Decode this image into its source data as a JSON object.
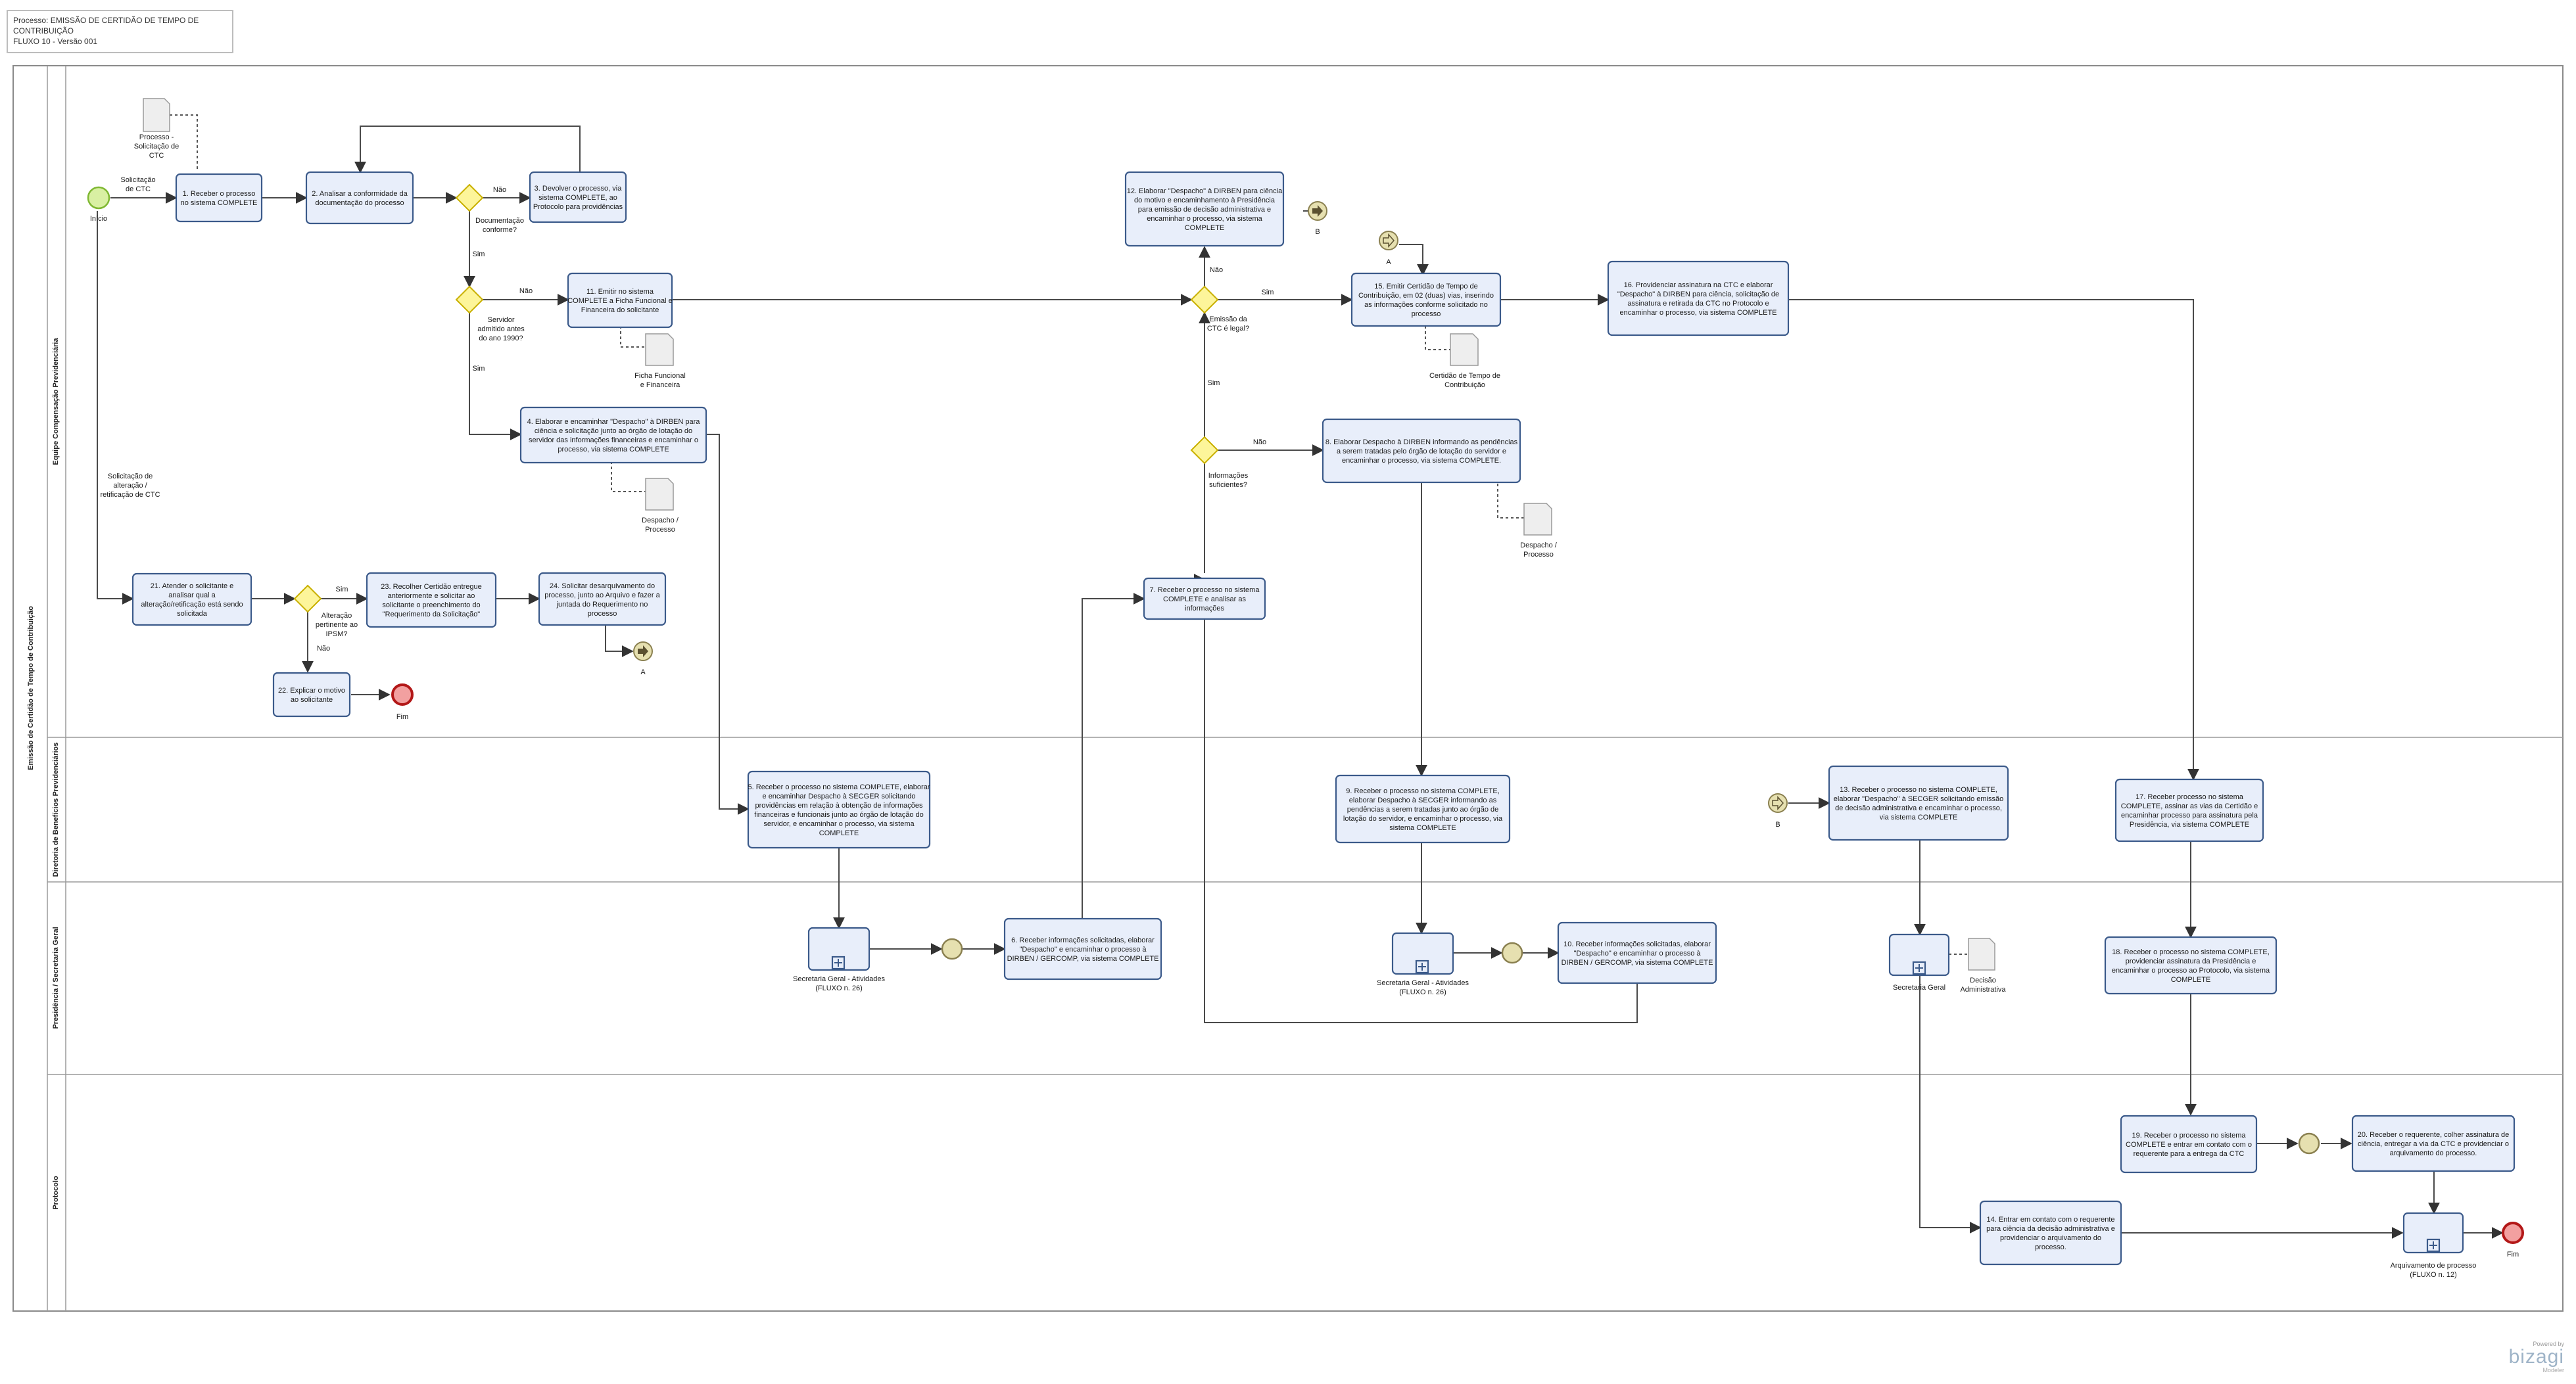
{
  "header": {
    "line1": "Processo: EMISSÃO DE CERTIDÃO DE TEMPO DE CONTRIBUIÇÃO",
    "line2": "FLUXO 10 - Versão 001"
  },
  "pool": {
    "name": "Emissão de Certidão de Tempo de Contribuição"
  },
  "lanes": [
    {
      "id": "equipe",
      "name": "Equipe Compensação Previdenciária"
    },
    {
      "id": "diretoria",
      "name": "Diretoria de Benefícios Previdenciários"
    },
    {
      "id": "presidencia",
      "name": "Presidência / Secretaria Geral"
    },
    {
      "id": "protocolo",
      "name": "Protocolo"
    }
  ],
  "nodes": {
    "start": {
      "label": "Início"
    },
    "t1": {
      "label": [
        "1. Receber o processo",
        "no sistema COMPLETE"
      ]
    },
    "t2": {
      "label": [
        "2. Analisar a conformidade da",
        "documentação do processo"
      ]
    },
    "t3": {
      "label": [
        "3. Devolver o processo, via",
        "sistema COMPLETE, ao",
        "Protocolo para providências"
      ]
    },
    "g1": {
      "label": [
        "Documentação",
        "conforme?"
      ]
    },
    "g2": {
      "label": [
        "Servidor",
        "admitido antes",
        "do ano 1990?"
      ]
    },
    "t11": {
      "label": [
        "11. Emitir no sistema",
        "COMPLETE a Ficha Funcional e",
        "Financeira do solicitante"
      ]
    },
    "t4": {
      "label": [
        "4. Elaborar e encaminhar \"Despacho\" à DIRBEN para",
        "ciência e solicitação junto ao órgão de lotação do",
        "servidor das informações financeiras e encaminhar o",
        "processo, via sistema COMPLETE"
      ]
    },
    "t21": {
      "label": [
        "21. Atender o solicitante e",
        "analisar qual a",
        "alteração/retificação está sendo",
        "solicitada"
      ]
    },
    "g3": {
      "label": [
        "Alteração",
        "pertinente ao",
        "IPSM?"
      ]
    },
    "t23": {
      "label": [
        "23. Recolher Certidão entregue",
        "anteriormente e solicitar ao",
        "solicitante o preenchimento do",
        "\"Requerimento da Solicitação\""
      ]
    },
    "t24": {
      "label": [
        "24. Solicitar desarquivamento do",
        "processo, junto ao Arquivo e fazer a",
        "juntada do Requerimento no",
        "processo"
      ]
    },
    "t22": {
      "label": [
        "22. Explicar o motivo",
        "ao solicitante"
      ]
    },
    "end1": {
      "label": "Fim"
    },
    "linkA1": {
      "label": "A"
    },
    "t12": {
      "label": [
        "12. Elaborar \"Despacho\" à DIRBEN para ciência",
        "do motivo e encaminhamento à Presidência",
        "para emissão de decisão administrativa e",
        "encaminhar o processo, via sistema",
        "COMPLETE"
      ]
    },
    "linkB1": {
      "label": "B"
    },
    "g4": {
      "label": [
        "Emissão da",
        "CTC é legal?"
      ]
    },
    "linkA2": {
      "label": "A"
    },
    "t15": {
      "label": [
        "15. Emitir Certidão de Tempo de",
        "Contribuição, em 02 (duas) vias, inserindo",
        "as informações conforme solicitado no",
        "processo"
      ]
    },
    "t16": {
      "label": [
        "16. Providenciar assinatura na CTC e elaborar",
        "\"Despacho\" à DIRBEN para ciência, solicitação de",
        "assinatura e retirada da CTC no Protocolo e",
        "encaminhar o processo, via sistema COMPLETE"
      ]
    },
    "g5": {
      "label": [
        "Informações",
        "suficientes?"
      ]
    },
    "t8": {
      "label": [
        "8. Elaborar Despacho à DIRBEN informando as pendências",
        "a serem tratadas pelo órgão de lotação do servidor e",
        "encaminhar o processo, via sistema COMPLETE."
      ]
    },
    "t7": {
      "label": [
        "7. Receber o processo no sistema",
        "COMPLETE e analisar as",
        "informações"
      ]
    },
    "t5": {
      "label": [
        "5. Receber o processo no sistema COMPLETE, elaborar",
        "e encaminhar Despacho à SECGER solicitando",
        "providências em relação à obtenção de informações",
        "financeiras e funcionais junto ao órgão de lotação do",
        "servidor, e encaminhar o processo, via sistema",
        "COMPLETE"
      ]
    },
    "t9": {
      "label": [
        "9. Receber o processo no sistema COMPLETE,",
        "elaborar Despacho à SECGER informando as",
        "pendências a serem tratadas junto ao órgão de",
        "lotação do servidor, e encaminhar o processo, via",
        "sistema COMPLETE"
      ]
    },
    "linkB2": {
      "label": "B"
    },
    "t13": {
      "label": [
        "13. Receber o processo no sistema COMPLETE,",
        "elaborar \"Despacho\" à SECGER solicitando emissão",
        "de decisão administrativa e encaminhar o processo,",
        "via sistema COMPLETE"
      ]
    },
    "t17": {
      "label": [
        "17. Receber processo no sistema",
        "COMPLETE, assinar as vias da Certidão e",
        "encaminhar processo para assinatura pela",
        "Presidência, via sistema COMPLETE"
      ]
    },
    "sp1": {
      "label": [
        "Secretaria Geral - Atividades",
        "(FLUXO n. 26)"
      ]
    },
    "t6": {
      "label": [
        "6. Receber informações solicitadas, elaborar",
        "\"Despacho\" e encaminhar o processo à",
        "DIRBEN / GERCOMP, via sistema COMPLETE"
      ]
    },
    "sp2": {
      "label": [
        "Secretaria Geral - Atividades",
        "(FLUXO n. 26)"
      ]
    },
    "t10": {
      "label": [
        "10. Receber informações solicitadas, elaborar",
        "\"Despacho\" e encaminhar o processo à",
        "DIRBEN / GERCOMP, via sistema COMPLETE"
      ]
    },
    "sp3": {
      "label": [
        "Secretaria Geral"
      ]
    },
    "t18": {
      "label": [
        "18. Receber o processo no sistema COMPLETE,",
        "providenciar assinatura da Presidência e",
        "encaminhar o processo ao Protocolo, via sistema",
        "COMPLETE"
      ]
    },
    "t19": {
      "label": [
        "19. Receber o processo no sistema",
        "COMPLETE e entrar em contato com o",
        "requerente para a entrega da CTC"
      ]
    },
    "t20": {
      "label": [
        "20. Receber o requerente, colher assinatura de",
        "ciência, entregar a via da CTC e providenciar o",
        "arquivamento do processo."
      ]
    },
    "t14": {
      "label": [
        "14. Entrar em contato com o requerente",
        "para ciência da decisão administrativa e",
        "providenciar o arquivamento do",
        "processo."
      ]
    },
    "sp4": {
      "label": [
        "Arquivamento de processo",
        "(FLUXO n. 12)"
      ]
    },
    "end2": {
      "label": "Fim"
    }
  },
  "documents": {
    "d_solic": [
      "Processo -",
      "Solicitação de",
      "CTC"
    ],
    "d_ficha": [
      "Ficha Funcional",
      "e Financeira"
    ],
    "d_desp1": [
      "Despacho /",
      "Processo"
    ],
    "d_ctc": [
      "Certidão de Tempo de",
      "Contribuição"
    ],
    "d_desp2": [
      "Despacho /",
      "Processo"
    ],
    "d_decisao": [
      "Decisão",
      "Administrativa"
    ]
  },
  "edge_labels": {
    "solic_ctc": [
      "Solicitação",
      "de CTC"
    ],
    "solic_alt": [
      "Solicitação de",
      "alteração /",
      "retificação de CTC"
    ],
    "nao": "Não",
    "sim": "Sim"
  },
  "brand": {
    "powered": "Powered by",
    "name": "bizagi",
    "sub": "Modeler"
  }
}
